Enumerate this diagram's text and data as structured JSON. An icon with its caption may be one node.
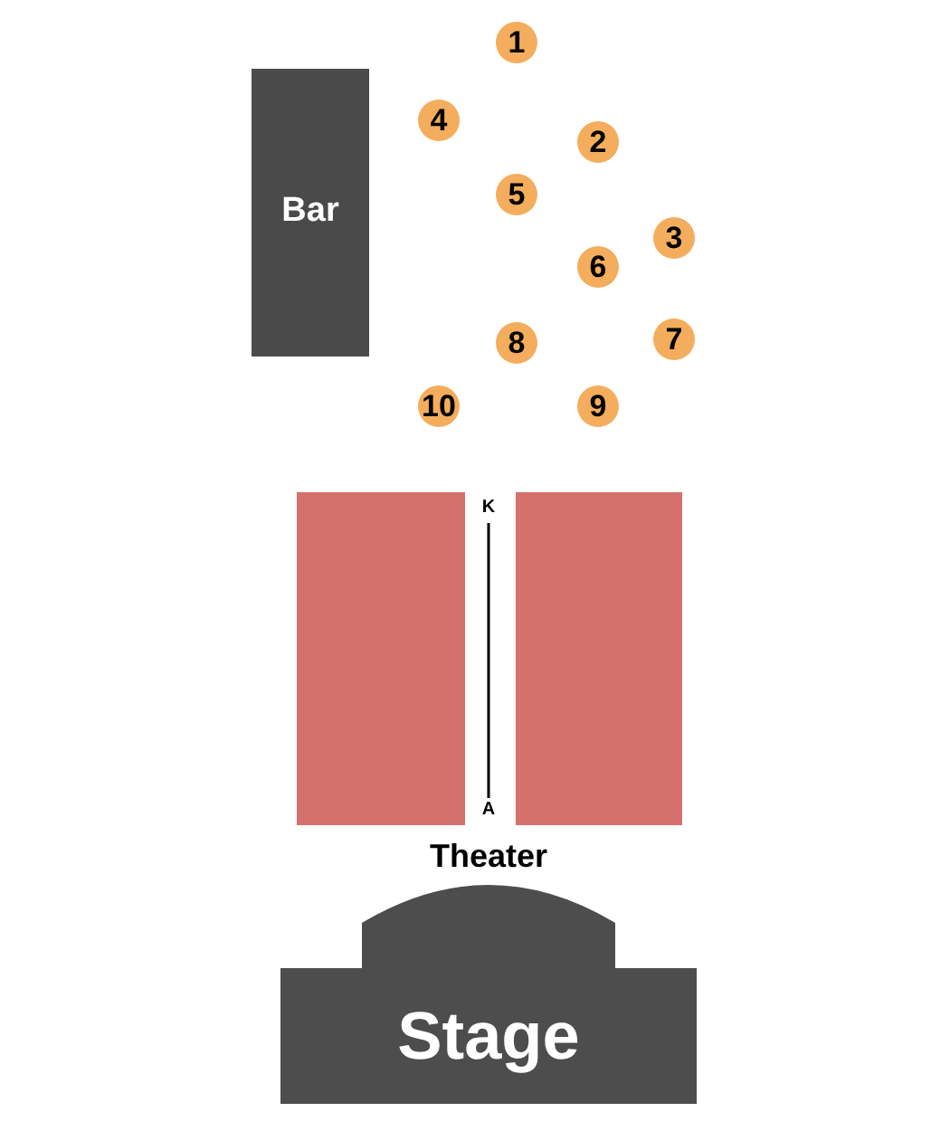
{
  "diagram": {
    "nodes": [
      {
        "text": [
          "Bar"
        ]
      },
      {
        "text": [
          "1"
        ]
      },
      {
        "text": [
          "2"
        ]
      },
      {
        "text": [
          "3"
        ]
      },
      {
        "text": [
          "4"
        ]
      },
      {
        "text": [
          "5"
        ]
      },
      {
        "text": [
          "6"
        ]
      },
      {
        "text": [
          "7"
        ]
      },
      {
        "text": [
          "8"
        ]
      },
      {
        "text": [
          "9"
        ]
      },
      {
        "text": [
          "10"
        ]
      },
      {
        "text": [],
        "shape": "box"
      },
      {
        "text": [],
        "shape": "box"
      },
      {
        "text": [
          "Stage"
        ]
      }
    ],
    "labels": [
      "K",
      "A",
      "Theater"
    ]
  }
}
